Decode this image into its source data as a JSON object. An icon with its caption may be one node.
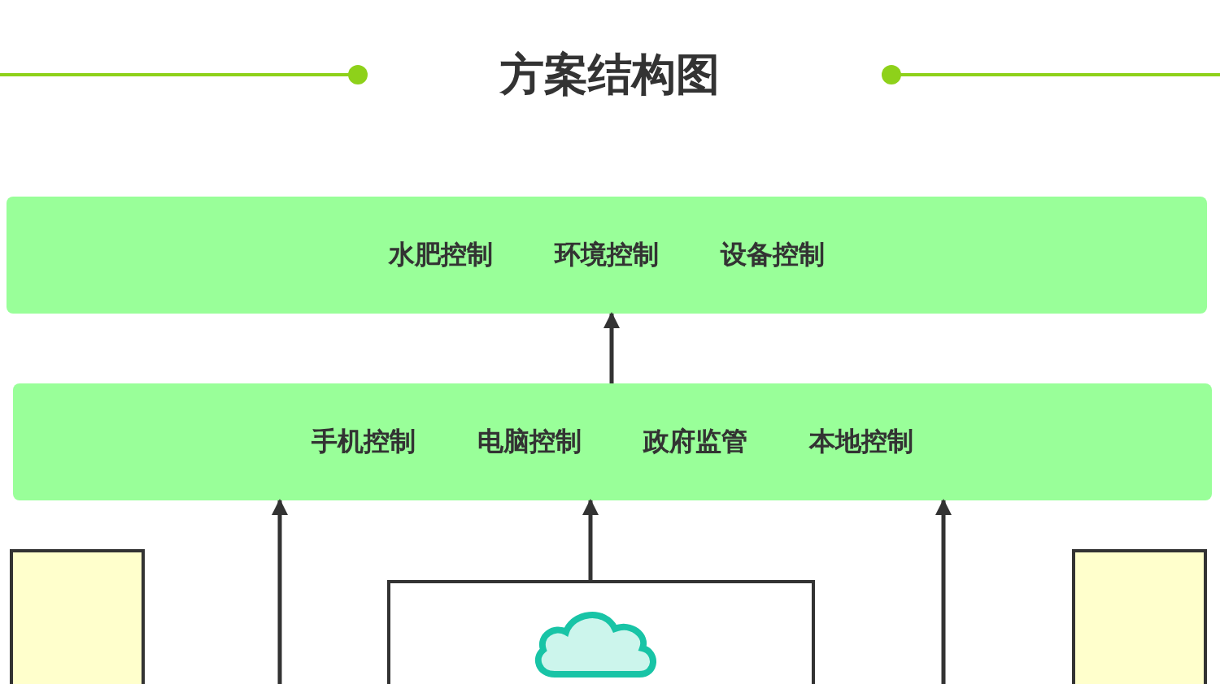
{
  "diagram": {
    "title": "方案结构图",
    "nodes": [
      {
        "text": [
          "水肥控制",
          "环境控制",
          "设备控制"
        ]
      },
      {
        "text": [
          "手机控制",
          "电脑控制",
          "政府监管",
          "本地控制"
        ]
      },
      {
        "text": [],
        "shape": "box"
      },
      {
        "text": [],
        "shape": "box"
      },
      {
        "text": [],
        "shape": "cloud",
        "in": 3
      },
      {
        "text": [],
        "shape": "box"
      }
    ],
    "edges": [
      {
        "from": 1,
        "to": 0,
        "arrow": "to"
      },
      {
        "from": null,
        "to": 1,
        "arrow": "to"
      },
      {
        "from": 3,
        "to": 1,
        "arrow": "to"
      },
      {
        "from": null,
        "to": 1,
        "arrow": "to"
      }
    ]
  }
}
